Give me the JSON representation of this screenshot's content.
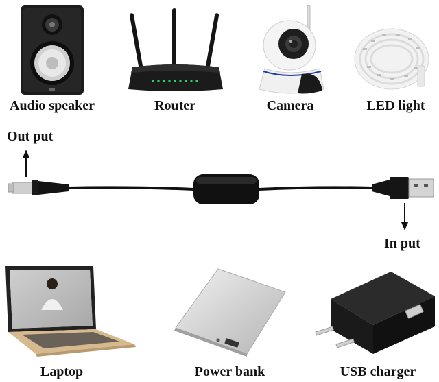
{
  "top_devices": [
    {
      "label": "Audio speaker",
      "icon": "speaker-icon"
    },
    {
      "label": "Router",
      "icon": "router-icon"
    },
    {
      "label": "Camera",
      "icon": "camera-icon"
    },
    {
      "label": "LED light",
      "icon": "led-strip-icon"
    }
  ],
  "cable": {
    "output_label": "Out put",
    "input_label": "In put"
  },
  "bottom_devices": [
    {
      "label": "Laptop",
      "icon": "laptop-icon"
    },
    {
      "label": "Power bank",
      "icon": "power-bank-icon"
    },
    {
      "label": "USB charger",
      "icon": "usb-charger-icon"
    }
  ]
}
